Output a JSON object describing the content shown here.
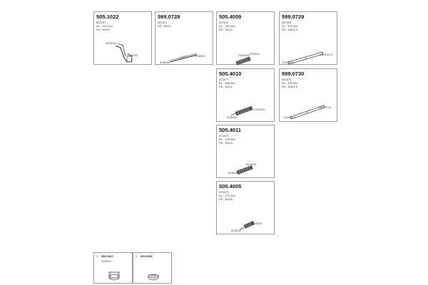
{
  "cards": {
    "c1": {
      "pn": "505.1022",
      "l1": "652757",
      "l2": "DL : 220 mm",
      "l3": "PD : Ø100",
      "c1": "OD:Ø110",
      "c2": "OD:Ø102"
    },
    "c2": {
      "pn": "599.0728",
      "l1": "657672",
      "l2": "PD : Ø103",
      "c1": "ID:Ø100",
      "c2": "ID:Ø103"
    },
    "c3": {
      "pn": "505.4009",
      "l1": "657672",
      "l2": "DL : 160 mm",
      "l3": "PD : Ø133",
      "c1": "OD:Ø103",
      "c2": "ID:Ø103"
    },
    "c4": {
      "pn": "599.0729",
      "l1": "657623",
      "l2": "DL : 470 mm",
      "l3": "PD : Ø101.8",
      "c1": "ID:Ø101.8",
      "c2": "OD:Ø101.8"
    },
    "c5": {
      "pn": "505.4010",
      "l1": "573477",
      "l2": "DL : 305 mm",
      "l3": "PD : Ø124",
      "c1": "ID:Ø133",
      "c2": "OD:Ø103"
    },
    "c6": {
      "pn": "599.0730",
      "l1": "657675",
      "l2": "DL : 420 mm",
      "l3": "PD : Ø101.8",
      "c1": "ID:Ø101.8",
      "c2": "OD:Ø101.8"
    },
    "c7": {
      "pn": "505.4011",
      "l1": "573479",
      "l2": "DL : 190 mm",
      "l3": "PD : Ø133",
      "c1": "ID:Ø133",
      "c2": "OD:Ø103"
    },
    "c8": {
      "pn": "505.4005",
      "l1": "573479",
      "l2": "DL : 270 mm",
      "l3": "PD : Ø135",
      "c1": "ID:Ø103",
      "c2": "OD:Ø103"
    }
  },
  "accessories": [
    {
      "index": "1",
      "pn": "599.1047",
      "sub": "3290347"
    },
    {
      "index": "2",
      "pn": "600.0292",
      "sub": ""
    }
  ]
}
